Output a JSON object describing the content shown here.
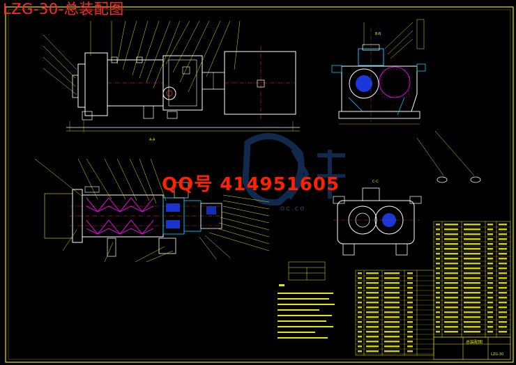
{
  "drawing": {
    "title": "LZG-30-总装配图",
    "section_labels": {
      "a_a": "A-A",
      "b_b": "B-B",
      "c_c": "C-C"
    },
    "block_title": "总装配图",
    "drawing_no": "LZG-30"
  },
  "watermark": {
    "qq_text": "QQ号 414951605",
    "url_fragment": "oc.co"
  },
  "colors": {
    "background": "#000000",
    "outline": "#ffffff",
    "leader": "#e6e600",
    "section": "#00c8ff",
    "hatch": "#ff00ff",
    "centerline": "#ff3b3b",
    "fill_blue": "#2040ff",
    "title_red": "#ff2a2a"
  }
}
